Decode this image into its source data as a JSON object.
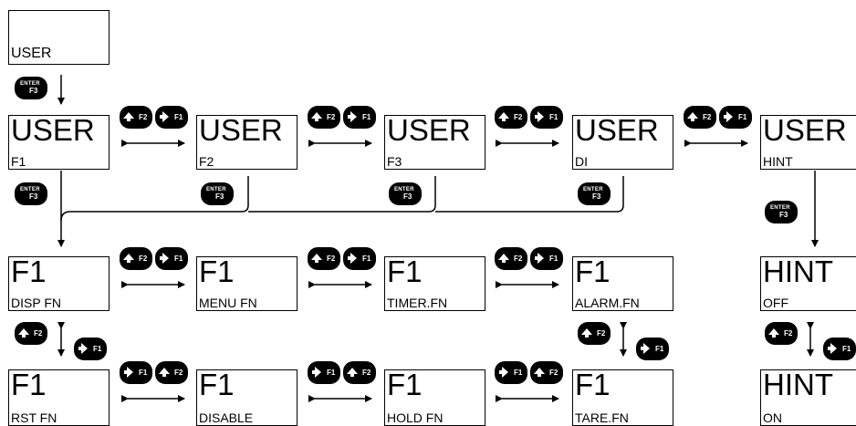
{
  "top": {
    "label": "USER"
  },
  "row1": [
    {
      "main": "USER",
      "sub": "F1"
    },
    {
      "main": "USER",
      "sub": "F2"
    },
    {
      "main": "USER",
      "sub": "F3"
    },
    {
      "main": "USER",
      "sub": "DI"
    },
    {
      "main": "USER",
      "sub": "HINT"
    }
  ],
  "row2": [
    {
      "main": "F1",
      "sub": "DISP FN"
    },
    {
      "main": "F1",
      "sub": "MENU FN"
    },
    {
      "main": "F1",
      "sub": "TIMER.FN"
    },
    {
      "main": "F1",
      "sub": "ALARM.FN"
    },
    {
      "main": "HINT",
      "sub": "OFF"
    }
  ],
  "row3": [
    {
      "main": "F1",
      "sub": "RST FN"
    },
    {
      "main": "F1",
      "sub": "DISABLE"
    },
    {
      "main": "F1",
      "sub": "HOLD FN"
    },
    {
      "main": "F1",
      "sub": "TARE.FN"
    },
    {
      "main": "HINT",
      "sub": "ON"
    }
  ],
  "buttons": {
    "enter_top": "ENTER",
    "enter_bottom": "F3",
    "up_key": "F2",
    "right_key": "F1"
  }
}
